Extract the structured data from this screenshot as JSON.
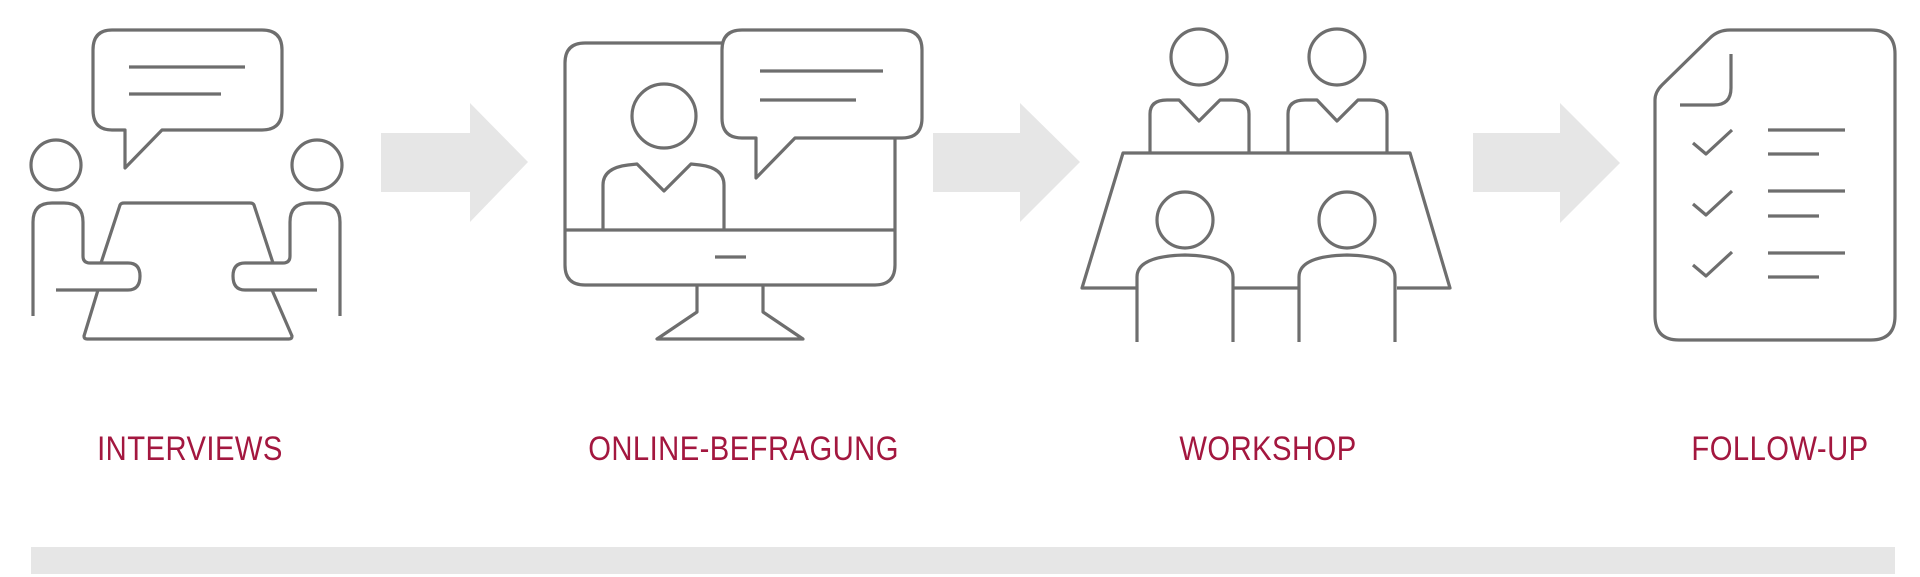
{
  "diagram": {
    "type": "process-flow",
    "colors": {
      "label": "#a3173f",
      "icon_stroke": "#6e6e6e",
      "arrow_fill": "#e6e6e6",
      "timeline_bar": "#e6e6e6",
      "background": "#ffffff"
    },
    "steps": [
      {
        "label": "INTERVIEWS",
        "icon": "interview-icon"
      },
      {
        "label": "ONLINE-BEFRAGUNG",
        "icon": "online-survey-monitor-icon"
      },
      {
        "label": "WORKSHOP",
        "icon": "workshop-group-icon"
      },
      {
        "label": "FOLLOW-UP",
        "icon": "checklist-document-icon"
      }
    ],
    "connectors": [
      {
        "from": 0,
        "to": 1,
        "icon": "arrow-right-icon"
      },
      {
        "from": 1,
        "to": 2,
        "icon": "arrow-right-icon"
      },
      {
        "from": 2,
        "to": 3,
        "icon": "arrow-right-icon"
      }
    ],
    "timeline_bar": {
      "icon": "timeline-bar"
    }
  }
}
